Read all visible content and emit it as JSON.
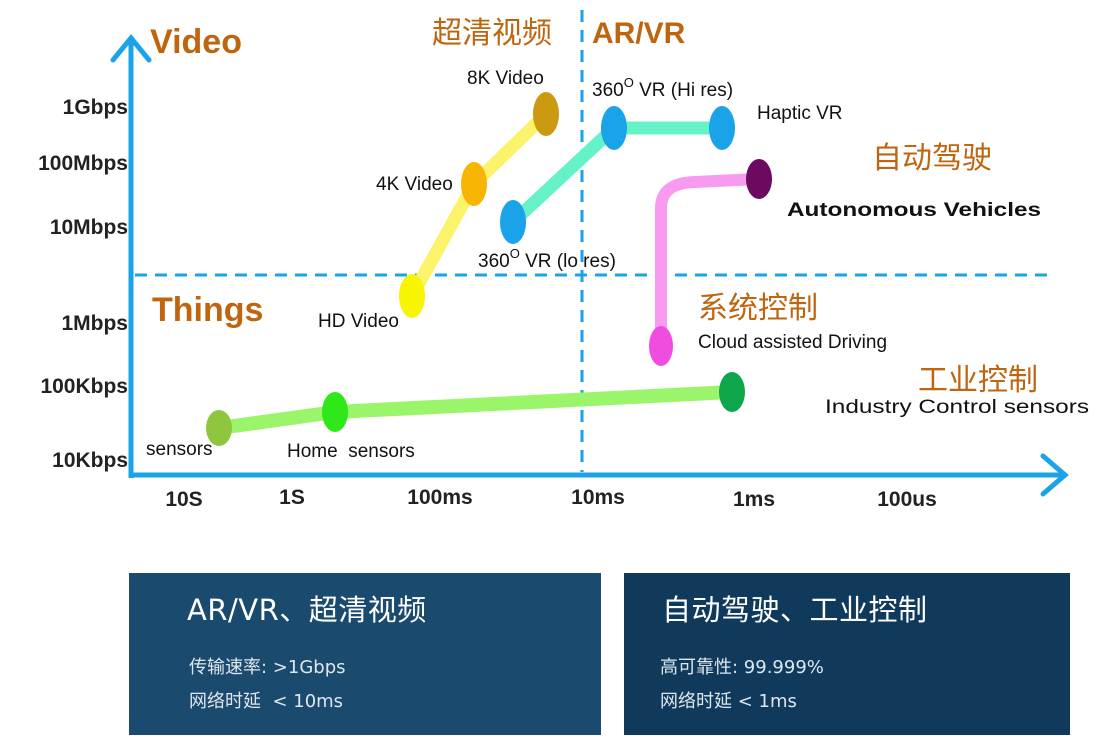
{
  "axes": {
    "y_labels": [
      "1Gbps",
      "100Mbps",
      "10Mbps",
      "1Mbps",
      "100Kbps",
      "10Kbps"
    ],
    "x_labels": [
      "10S",
      "1S",
      "100ms",
      "10ms",
      "1ms",
      "100us"
    ]
  },
  "regions": {
    "video": "Video",
    "things": "Things",
    "uhd_video_cn": "超清视频",
    "arvr": "AR/VR",
    "autonomous_cn": "自动驾驶",
    "system_control_cn": "系统控制",
    "industrial_control_cn": "工业控制"
  },
  "labels": {
    "video_8k": "8K Video",
    "video_4k": "4K Video",
    "video_hd": "HD Video",
    "vr_hi_prefix": "360",
    "vr_hi_sup": "O",
    "vr_hi_suffix": " VR (Hi res)",
    "haptic_vr": "Haptic VR",
    "vr_lo_prefix": "360",
    "vr_lo_sup": "O",
    "vr_lo_suffix": " VR (lo res)",
    "autonomous": "Autonomous Vehicles",
    "cloud_driving": "Cloud assisted Driving",
    "industry_sensors": "Industry Control sensors",
    "sensors": "sensors",
    "home_sensors": "Home  sensors"
  },
  "colors": {
    "axis": "#1aa3e8",
    "region_label": "#c0650f",
    "video_line": "#fbf36a",
    "vr_line": "#66f2c8",
    "driving_line": "#f79af0",
    "sensor_line": "#9bf56a"
  },
  "boxes": {
    "left": {
      "title": "AR/VR、超清视频",
      "line1": "传输速率: >1Gbps",
      "line2": "网络时延  < 10ms"
    },
    "right": {
      "title": "自动驾驶、工业控制",
      "line1": "高可靠性: 99.999%",
      "line2": "网络时延 < 1ms"
    }
  }
}
